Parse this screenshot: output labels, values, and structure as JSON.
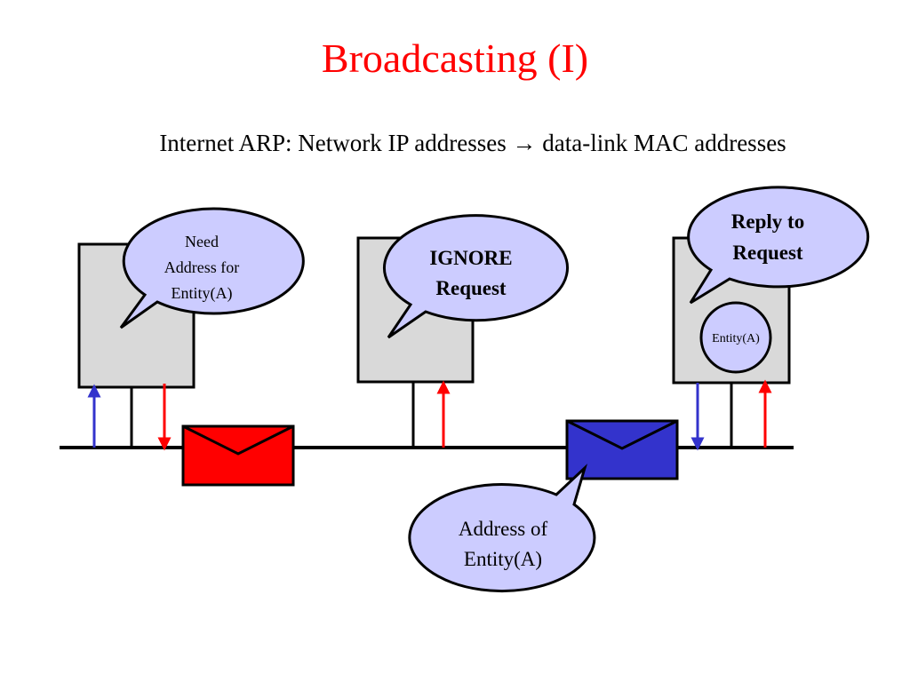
{
  "slide": {
    "title": "Broadcasting (I)",
    "subtitle": "Internet ARP: Network IP addresses → data-link MAC addresses"
  },
  "diagram": {
    "bubbles": {
      "need": [
        "Need",
        "Address for",
        "Entity(A)"
      ],
      "ignore": [
        "IGNORE",
        "Request"
      ],
      "reply": [
        "Reply to",
        "Request"
      ],
      "address": [
        "Address of",
        "Entity(A)"
      ]
    },
    "entity_label": "Entity(A)"
  },
  "colors": {
    "title": "#ff0000",
    "host_fill": "#d9d9d9",
    "bubble_fill": "#ccccff",
    "red": "#ff0000",
    "blue": "#3333cc",
    "envelope_red": "#ff0000",
    "envelope_blue": "#3333cc"
  }
}
